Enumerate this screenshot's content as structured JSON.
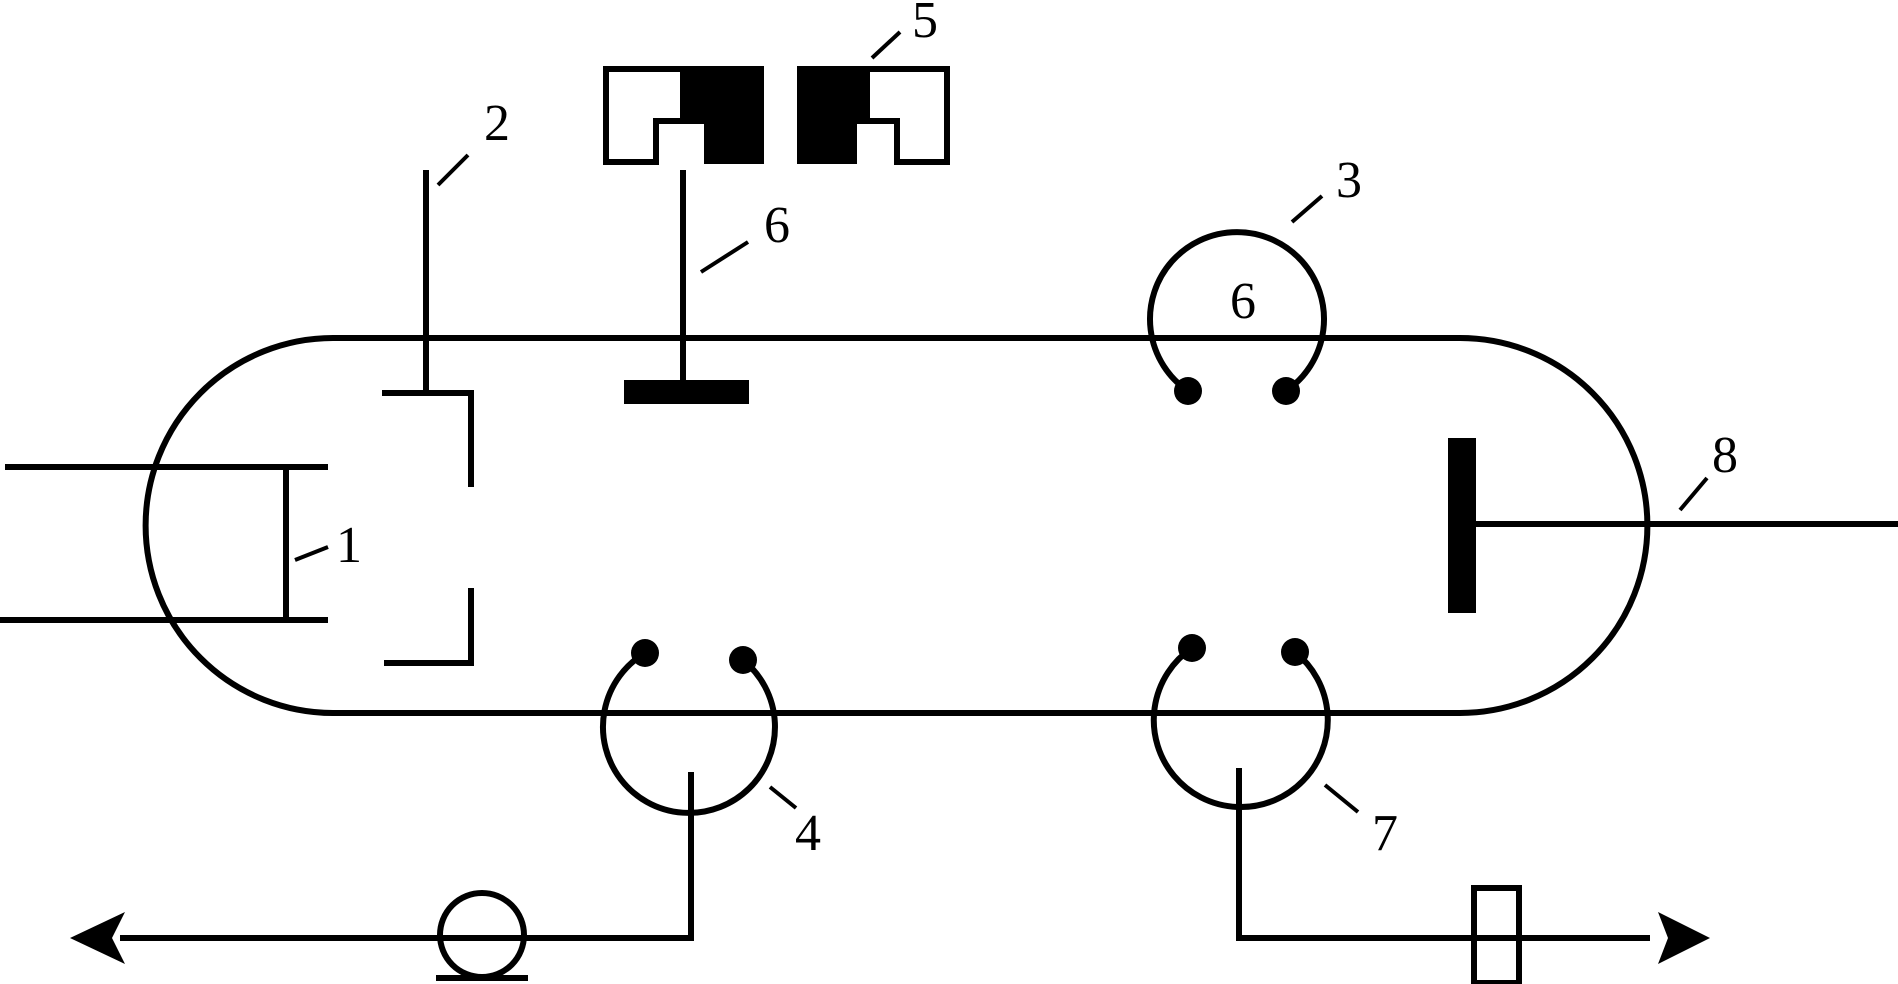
{
  "labels": {
    "l1": "1",
    "l2": "2",
    "l3": "3",
    "l4": "4",
    "l5": "5",
    "l6a": "6",
    "l6b": "6",
    "l7": "7",
    "l8": "8"
  }
}
